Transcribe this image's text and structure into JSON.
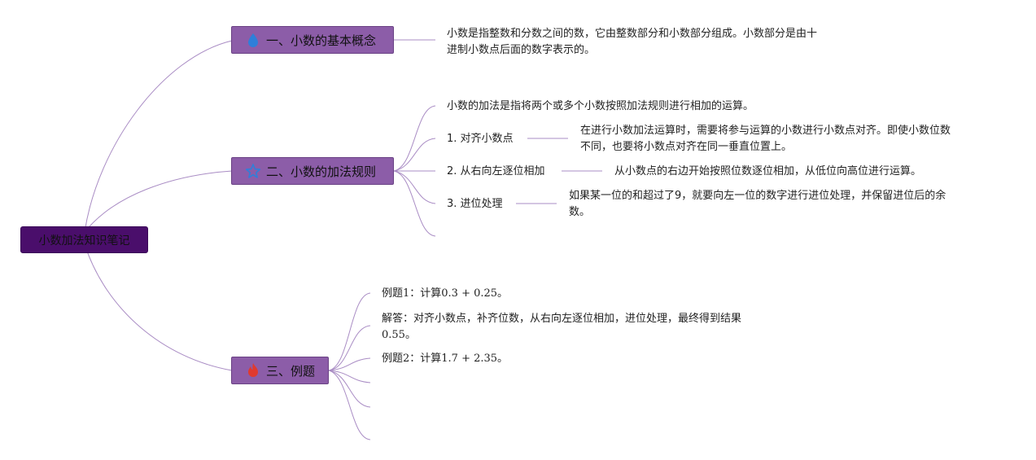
{
  "root": {
    "label": "小数加法知识笔记"
  },
  "branches": [
    {
      "label": "一、小数的基本概念",
      "icon": "drop-icon",
      "icon_color": "#2f7fd9",
      "notes": [
        {
          "line1": "小数是指整数和分数之间的数，它由整数部分和小数部分组成。小数部分是由十",
          "line2": "进制小数点后面的数字表示的。"
        }
      ]
    },
    {
      "label": "二、小数的加法规则",
      "icon": "star-icon",
      "icon_color": "#2f7fd9",
      "intro": "小数的加法是指将两个或多个小数按照加法规则进行相加的运算。",
      "rules": [
        {
          "title": "1. 对齐小数点",
          "desc_line1": "在进行小数加法运算时，需要将参与运算的小数进行小数点对齐。即使小数位数",
          "desc_line2": "不同，也要将小数点对齐在同一垂直位置上。"
        },
        {
          "title": "2. 从右向左逐位相加",
          "desc_line1": "从小数点的右边开始按照位数逐位相加，从低位向高位进行运算。",
          "desc_line2": ""
        },
        {
          "title": "3. 进位处理",
          "desc_line1": "如果某一位的和超过了9，就要向左一位的数字进行进位处理，并保留进位后的余",
          "desc_line2": "数。"
        }
      ]
    },
    {
      "label": "三、例题",
      "icon": "flame-icon",
      "icon_color": "#e03a2f",
      "examples": [
        {
          "text": "例题1：计算0.3 + 0.25。"
        },
        {
          "text": "解答：对齐小数点，补齐位数，从右向左逐位相加，进位处理，最终得到结果",
          "text2": "0.55。"
        },
        {
          "text": "例题2：计算1.7 + 2.35。"
        }
      ]
    }
  ],
  "colors": {
    "root_fill": "#4a0e6b",
    "branch_fill": "#8c5da8",
    "line": "#a98cc4"
  }
}
